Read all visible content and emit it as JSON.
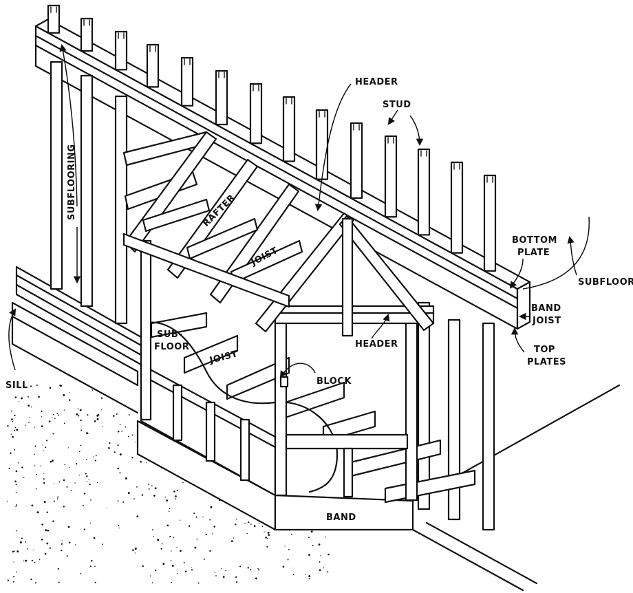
{
  "labels": {
    "header_top": "HEADER",
    "stud": "STUD",
    "subflooring": "SUBFLOORING",
    "rafter": "RAFTER",
    "joist_upper": "JOIST",
    "bottom_plate_1": "BOTTOM",
    "bottom_plate_2": "PLATE",
    "subfloor_right": "SUBFLOOR",
    "band_joist_1": "BAND",
    "band_joist_2": "JOIST",
    "top_plates_1": "TOP",
    "top_plates_2": "PLATES",
    "header_bay": "HEADER",
    "sub_floor_1": "SUB-",
    "sub_floor_2": "FLOOR",
    "joist_lower": "JOIST",
    "block": "BLOCK",
    "sill": "SILL",
    "band": "BAND"
  },
  "colors": {
    "ink": "#111111",
    "paper": "#ffffff"
  }
}
